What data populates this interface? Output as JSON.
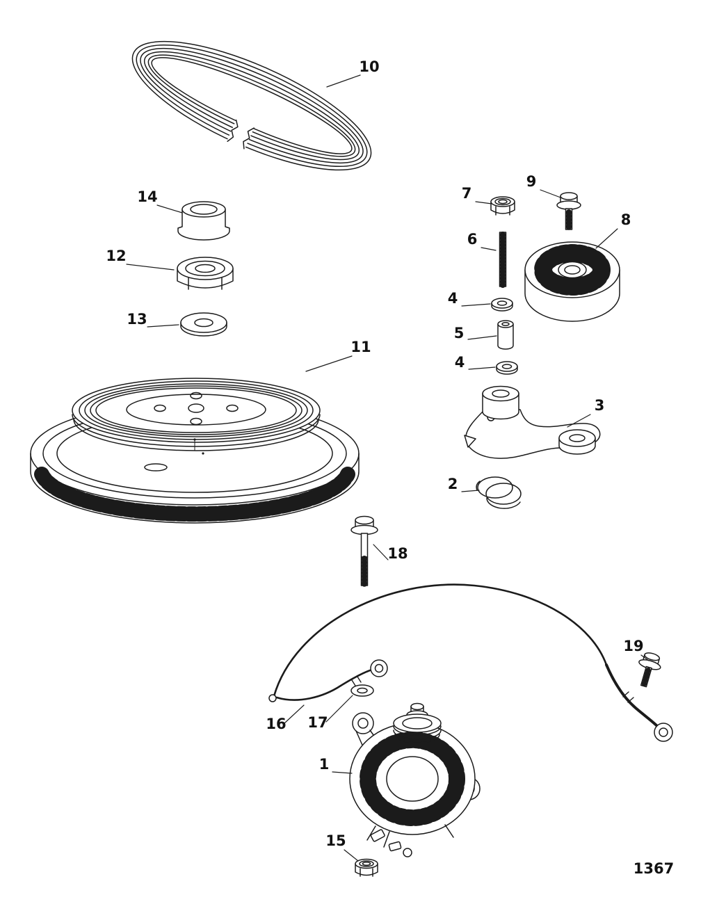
{
  "figure": {
    "page_number": "1367",
    "callouts": {
      "c1": "1",
      "c2": "2",
      "c3": "3",
      "c4": "4",
      "c5": "5",
      "c6": "6",
      "c7": "7",
      "c8": "8",
      "c9": "9",
      "c10": "10",
      "c11": "11",
      "c12": "12",
      "c13": "13",
      "c14": "14",
      "c15": "15",
      "c16": "16",
      "c17": "17",
      "c18": "18",
      "c19": "19"
    }
  }
}
